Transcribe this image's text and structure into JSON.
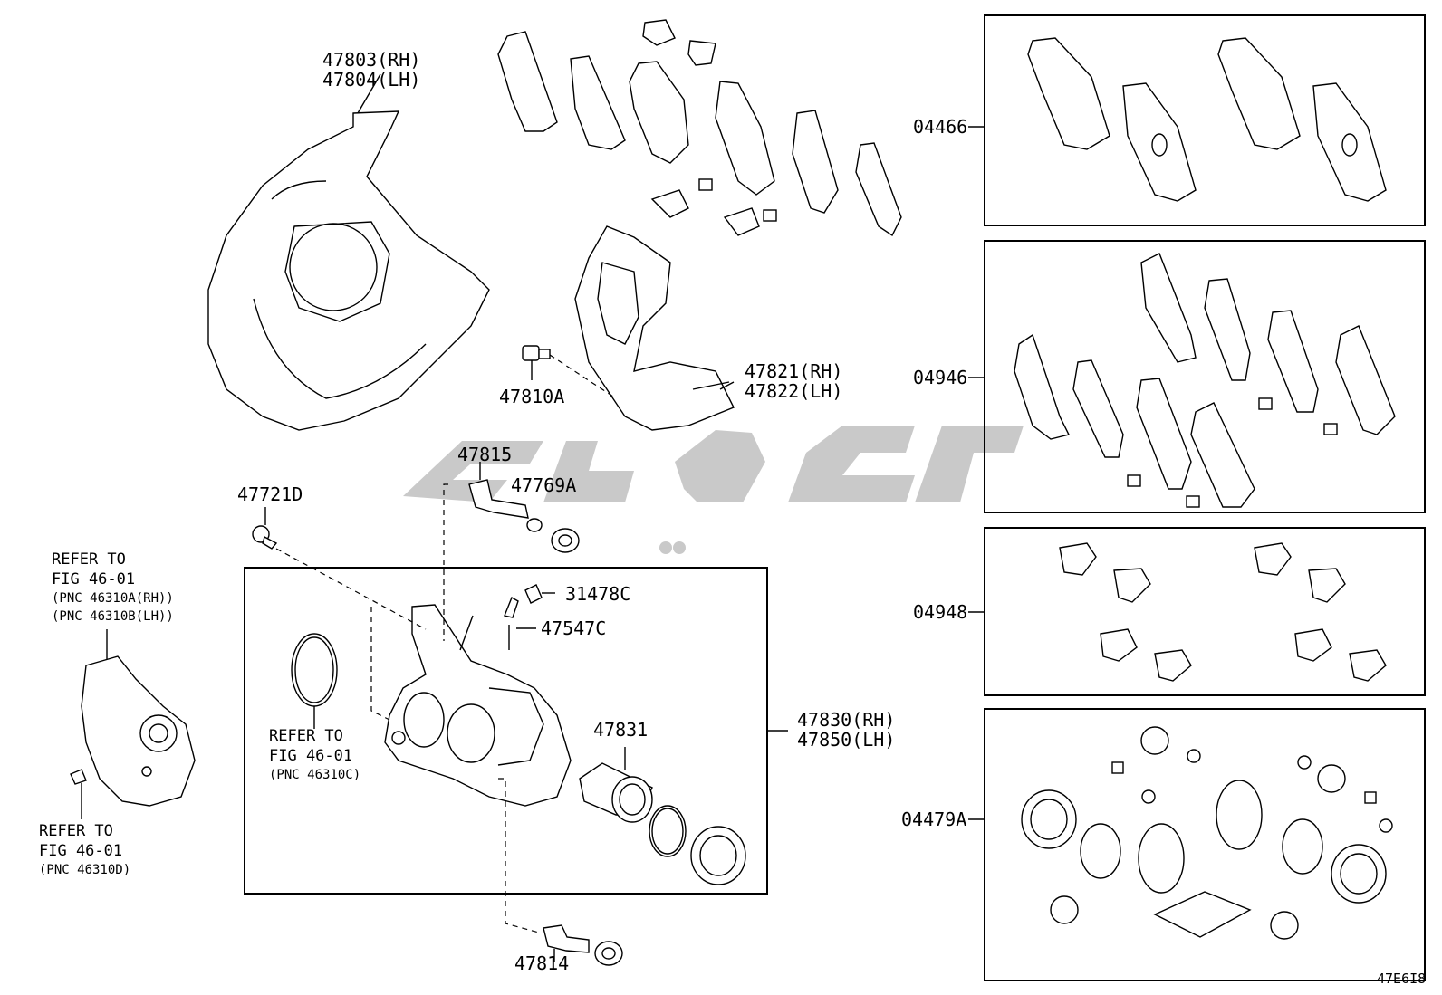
{
  "diagram_id": "47E6I8",
  "parts": {
    "p47803": "47803(RH)",
    "p47804": "47804(LH)",
    "p47810a": "47810A",
    "p47821": "47821(RH)",
    "p47822": "47822(LH)",
    "p47815": "47815",
    "p47769a": "47769A",
    "p47721d": "47721D",
    "p31478c": "31478C",
    "p47547c": "47547C",
    "p47831": "47831",
    "p47830": "47830(RH)",
    "p47850": "47850(LH)",
    "p47814": "47814"
  },
  "kits": {
    "k04466": "04466",
    "k04946": "04946",
    "k04948": "04948",
    "k04479a": "04479A"
  },
  "refs": {
    "ref_a_line1": "REFER TO",
    "ref_a_line2": "FIG 46-01",
    "ref_a_line3": "(PNC 46310A(RH))",
    "ref_a_line4": "(PNC 46310B(LH))",
    "ref_b_line1": "REFER TO",
    "ref_b_line2": "FIG 46-01",
    "ref_b_line3": "(PNC 46310C)",
    "ref_c_line1": "REFER TO",
    "ref_c_line2": "FIG 46-01",
    "ref_c_line3": "(PNC 46310D)"
  },
  "colors": {
    "line": "#000000",
    "watermark": "#c9c9c9",
    "background": "#ffffff"
  }
}
